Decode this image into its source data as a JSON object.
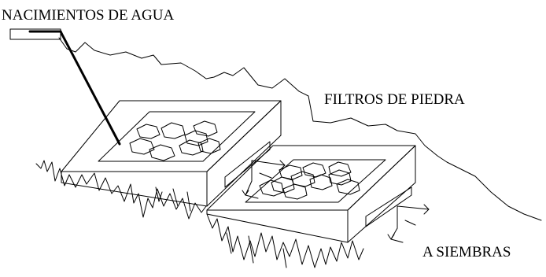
{
  "labels": {
    "water_source": "NACIMIENTOS DE AGUA",
    "stone_filters": "FILTROS DE PIEDRA",
    "to_crops": "A SIEMBRAS"
  },
  "colors": {
    "ink": "#000000",
    "background": "#ffffff"
  }
}
